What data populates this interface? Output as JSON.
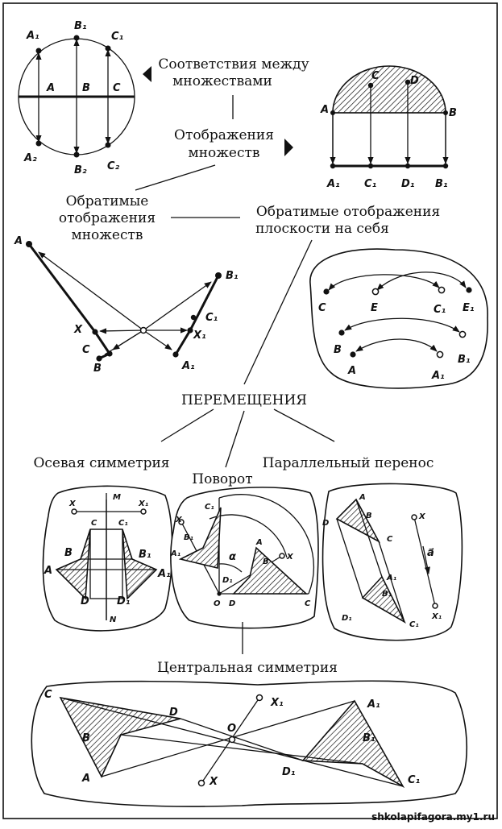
{
  "captions": {
    "correspondence": "Соответствия между множествами",
    "correspondence_l1": "Соответствия между",
    "correspondence_l2": "множествами",
    "mapping_l1": "Отображения",
    "mapping_l2": "множеств",
    "inv_sets_l1": "Обратимые",
    "inv_sets_l2": "отображения",
    "inv_sets_l3": "множеств",
    "inv_plane_l1": "Обратимые отображения",
    "inv_plane_l2": "плоскости на себя",
    "motions": "ПЕРЕМЕЩЕНИЯ",
    "axial": "Осевая симметрия",
    "rotation": "Поворот",
    "translation": "Параллельный перенос",
    "central": "Центральная симметрия"
  },
  "labels": {
    "A": "A",
    "B": "B",
    "C": "C",
    "D": "D",
    "E": "E",
    "A1": "A₁",
    "B1": "B₁",
    "C1": "C₁",
    "D1": "D₁",
    "E1": "E₁",
    "A2": "A₂",
    "B2": "B₂",
    "C2": "C₂",
    "X": "X",
    "X1": "X₁",
    "M": "M",
    "N": "N",
    "O": "O",
    "alpha": "α",
    "vec_a": "a⃗"
  },
  "watermark": "shkolapifagora.my1.ru",
  "colors": {
    "ink": "#111111",
    "paper": "#ffffff"
  }
}
